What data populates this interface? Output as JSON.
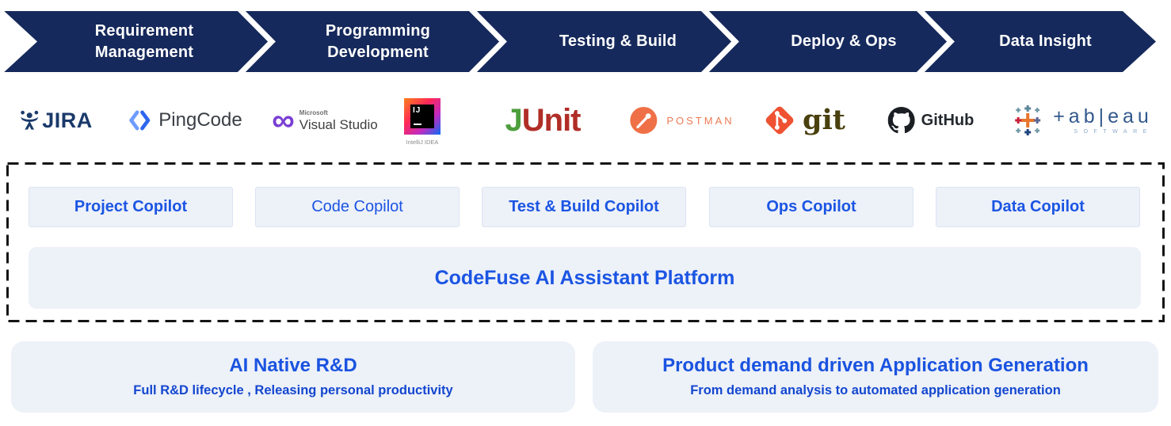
{
  "pipeline": {
    "stages": [
      {
        "label": "Requirement Management"
      },
      {
        "label": "Programming Development"
      },
      {
        "label": "Testing & Build"
      },
      {
        "label": "Deploy & Ops"
      },
      {
        "label": "Data Insight"
      }
    ]
  },
  "logos": {
    "jira": {
      "text": "JIRA"
    },
    "pingcode": {
      "text": "PingCode"
    },
    "visualstudio": {
      "brand": "Microsoft",
      "text": "Visual Studio"
    },
    "intellij": {
      "badge": "IJ",
      "caption": "IntelliJ IDEA"
    },
    "junit": {
      "j": "J",
      "unit": "Unit"
    },
    "postman": {
      "text": "POSTMAN"
    },
    "git": {
      "text": "git"
    },
    "github": {
      "text": "GitHub"
    },
    "tableau": {
      "text": "+ab|eau",
      "sub": "SOFTWARE"
    }
  },
  "copilots": {
    "items": [
      "Project Copilot",
      "Code Copilot",
      "Test & Build Copilot",
      "Ops Copilot",
      "Data Copilot"
    ]
  },
  "platform": {
    "label": "CodeFuse AI Assistant Platform"
  },
  "features": [
    {
      "title": "AI Native R&D",
      "subtitle": "Full R&D lifecycle , Releasing personal productivity"
    },
    {
      "title": "Product demand driven Application Generation",
      "subtitle": "From demand analysis to automated application generation"
    }
  ],
  "colors": {
    "band_navy": "#16295c",
    "accent_blue": "#1b55e3",
    "panel_bg": "#edf1f8",
    "junit_green": "#4d9e3c",
    "junit_red": "#b02e27",
    "postman_orange": "#ef7046",
    "git_orange": "#ef5133",
    "jira_navy": "#1b3a6b",
    "tableau_blue": "#31588c",
    "vs_purple": "#7a3fd4"
  }
}
